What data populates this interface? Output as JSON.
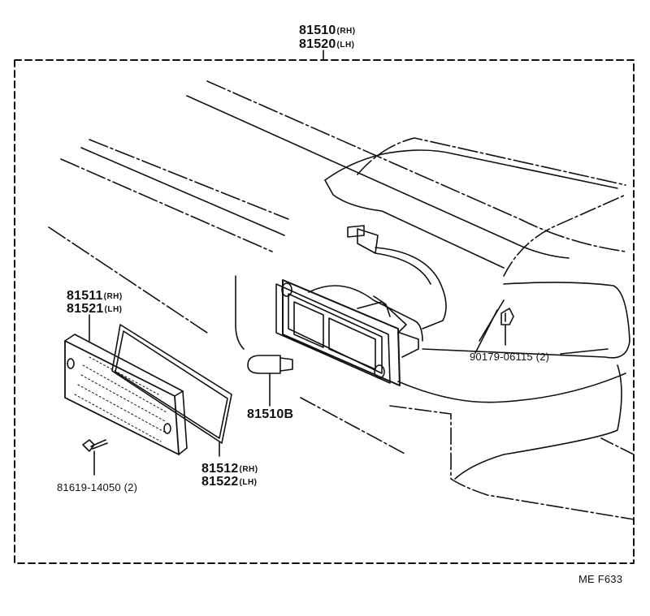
{
  "diagram_id": "ME  F633",
  "parts": {
    "lamp_assembly": {
      "rh": "81510",
      "rh_tag": "(RH)",
      "lh": "81520",
      "lh_tag": "(LH)"
    },
    "lens": {
      "rh": "81511",
      "rh_tag": "(RH)",
      "lh": "81521",
      "lh_tag": "(LH)"
    },
    "gasket": {
      "rh": "81512",
      "rh_tag": "(RH)",
      "lh": "81522",
      "lh_tag": "(LH)"
    },
    "bulb": "81510B",
    "screw": "81619-14050 (2)",
    "nut": "90179-06115 (2)"
  }
}
